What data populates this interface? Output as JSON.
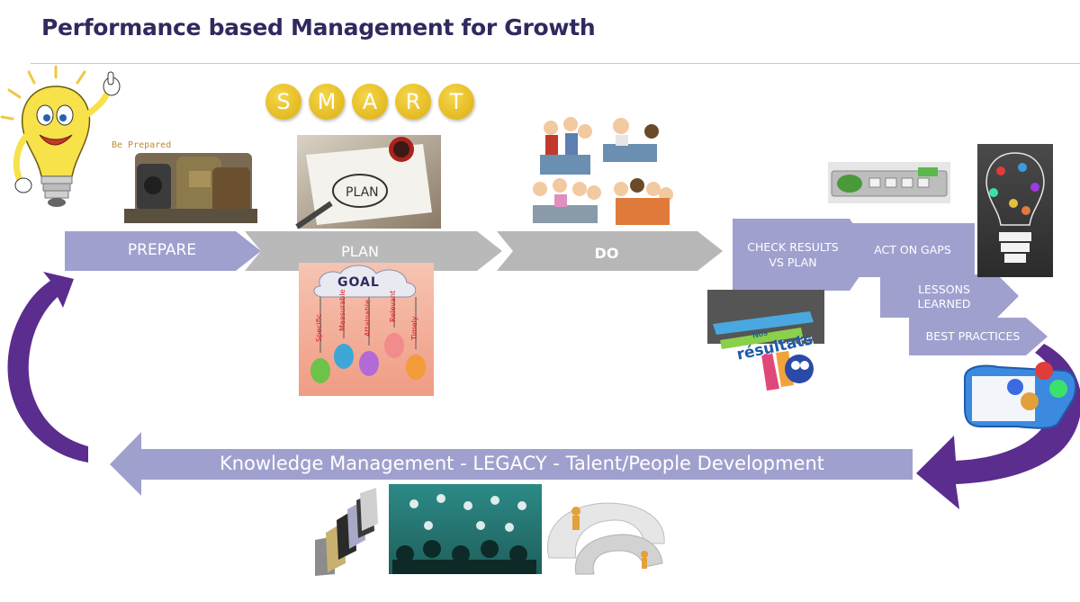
{
  "title": "Performance based Management for Growth",
  "smart_letters": [
    "S",
    "M",
    "A",
    "R",
    "T"
  ],
  "stages": {
    "prepare": "PREPARE",
    "plan": "PLAN",
    "do": "DO",
    "check": "CHECK  RESULTS\nVS PLAN",
    "act": "ACT ON GAPS",
    "lessons": "LESSONS\nLEARNED",
    "best": "BEST PRACTICES"
  },
  "bottom_arrow": "Knowledge Management -  LEGACY - Talent/People Development",
  "images": {
    "be_prepared": "Be Prepared",
    "goal_title": "GOAL",
    "goal_attributes": [
      "Specific",
      "Measurable",
      "Attainable",
      "Relevant",
      "Timely"
    ],
    "results_nos": "Nos",
    "results_word": "résultats"
  },
  "colors": {
    "title": "#2f2a5e",
    "lavender": "#9f9fd0",
    "gray": "#b5b5b5",
    "purple_arrow": "#5b2d8e",
    "smart_gold": "#e8be1f"
  }
}
